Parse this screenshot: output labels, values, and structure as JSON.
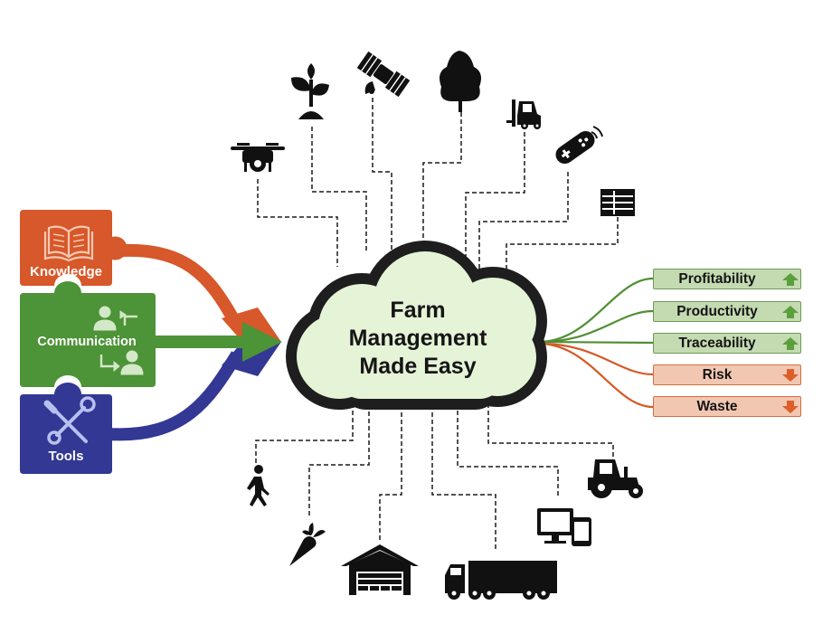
{
  "colors": {
    "knowledge": "#d7582a",
    "communication": "#4d9337",
    "tools": "#323894",
    "cloud_fill": "#e5f3d7",
    "cloud_outline": "#1e1e1e",
    "positive": "#5a9f3c",
    "negative": "#dc5f2a"
  },
  "puzzle": {
    "knowledge": {
      "label": "Knowledge",
      "icon": "open-book-icon"
    },
    "communication": {
      "label": "Communication",
      "icon": "people-exchange-icon"
    },
    "tools": {
      "label": "Tools",
      "icon": "wrench-screwdriver-icon"
    }
  },
  "cloud": {
    "line1": "Farm",
    "line2": "Management",
    "line3": "Made Easy"
  },
  "outcomes": [
    {
      "label": "Profitability",
      "trend": "up"
    },
    {
      "label": "Productivity",
      "trend": "up"
    },
    {
      "label": "Traceability",
      "trend": "up"
    },
    {
      "label": "Risk",
      "trend": "down"
    },
    {
      "label": "Waste",
      "trend": "down"
    }
  ],
  "connected_devices": {
    "top": [
      "drone-icon",
      "plant-seedling-icon",
      "satellite-icon",
      "tree-icon",
      "forklift-icon",
      "remote-controller-icon",
      "data-table-icon"
    ],
    "bottom": [
      "walking-person-icon",
      "carrot-icon",
      "barn-icon",
      "lorry-icon",
      "computer-devices-icon",
      "tractor-icon"
    ]
  }
}
